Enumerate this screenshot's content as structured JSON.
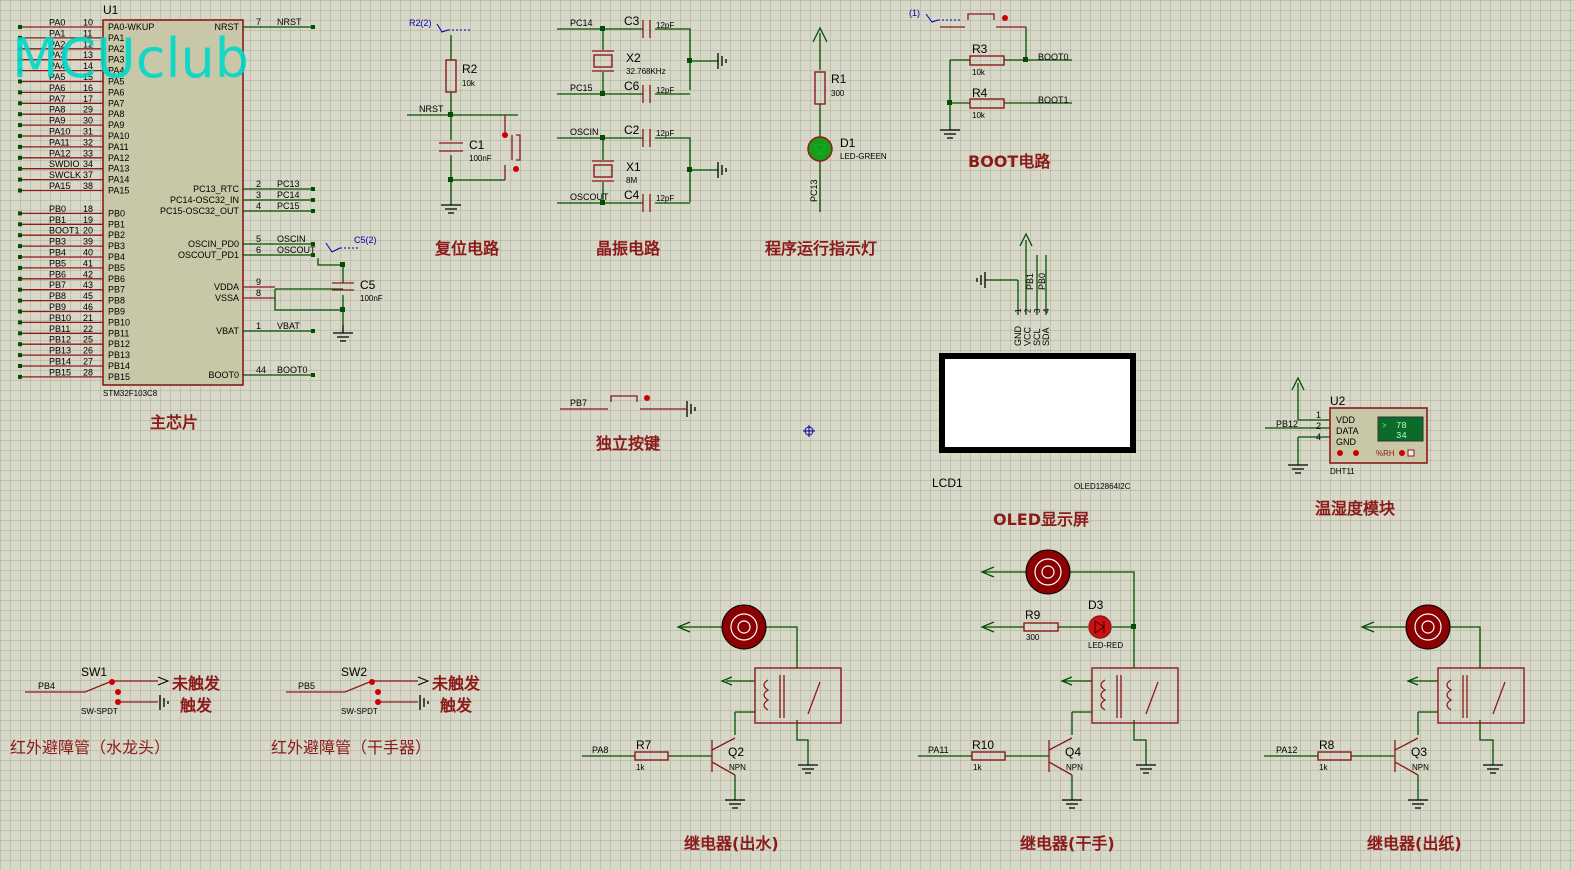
{
  "watermark": "MCUclub",
  "sections": {
    "main_chip": "主芯片",
    "reset": "复位电路",
    "crystal": "晶振电路",
    "run_led": "程序运行指示灯",
    "boot": "BOOT电路",
    "button": "独立按键",
    "oled": "OLED显示屏",
    "dht": "温湿度模块",
    "ir_water": "红外避障管（水龙头）",
    "ir_dryer": "红外避障管（干手器）",
    "relay_water": "继电器(出水)",
    "relay_dry": "继电器(干手)",
    "relay_paper": "继电器(出纸)"
  },
  "mcu": {
    "ref": "U1",
    "part": "STM32F103C8",
    "left_pins": [
      {
        "net": "PA0",
        "num": "10",
        "name": "PA0-WKUP"
      },
      {
        "net": "PA1",
        "num": "11",
        "name": "PA1"
      },
      {
        "net": "PA2",
        "num": "12",
        "name": "PA2"
      },
      {
        "net": "PA3",
        "num": "13",
        "name": "PA3"
      },
      {
        "net": "PA4",
        "num": "14",
        "name": "PA4"
      },
      {
        "net": "PA5",
        "num": "15",
        "name": "PA5"
      },
      {
        "net": "PA6",
        "num": "16",
        "name": "PA6"
      },
      {
        "net": "PA7",
        "num": "17",
        "name": "PA7"
      },
      {
        "net": "PA8",
        "num": "29",
        "name": "PA8"
      },
      {
        "net": "PA9",
        "num": "30",
        "name": "PA9"
      },
      {
        "net": "PA10",
        "num": "31",
        "name": "PA10"
      },
      {
        "net": "PA11",
        "num": "32",
        "name": "PA11"
      },
      {
        "net": "PA12",
        "num": "33",
        "name": "PA12"
      },
      {
        "net": "SWDIO",
        "num": "34",
        "name": "PA13"
      },
      {
        "net": "SWCLK",
        "num": "37",
        "name": "PA14"
      },
      {
        "net": "PA15",
        "num": "38",
        "name": "PA15"
      },
      {
        "net": "PB0",
        "num": "18",
        "name": "PB0"
      },
      {
        "net": "PB1",
        "num": "19",
        "name": "PB1"
      },
      {
        "net": "BOOT1",
        "num": "20",
        "name": "PB2"
      },
      {
        "net": "PB3",
        "num": "39",
        "name": "PB3"
      },
      {
        "net": "PB4",
        "num": "40",
        "name": "PB4"
      },
      {
        "net": "PB5",
        "num": "41",
        "name": "PB5"
      },
      {
        "net": "PB6",
        "num": "42",
        "name": "PB6"
      },
      {
        "net": "PB7",
        "num": "43",
        "name": "PB7"
      },
      {
        "net": "PB8",
        "num": "45",
        "name": "PB8"
      },
      {
        "net": "PB9",
        "num": "46",
        "name": "PB9"
      },
      {
        "net": "PB10",
        "num": "21",
        "name": "PB10"
      },
      {
        "net": "PB11",
        "num": "22",
        "name": "PB11"
      },
      {
        "net": "PB12",
        "num": "25",
        "name": "PB12"
      },
      {
        "net": "PB13",
        "num": "26",
        "name": "PB13"
      },
      {
        "net": "PB14",
        "num": "27",
        "name": "PB14"
      },
      {
        "net": "PB15",
        "num": "28",
        "name": "PB15"
      }
    ],
    "right_pins": [
      {
        "net": "NRST",
        "num": "7",
        "name": "NRST"
      },
      {
        "net": "PC13",
        "num": "2",
        "name": "PC13_RTC"
      },
      {
        "net": "PC14",
        "num": "3",
        "name": "PC14-OSC32_IN"
      },
      {
        "net": "PC15",
        "num": "4",
        "name": "PC15-OSC32_OUT"
      },
      {
        "net": "OSCIN",
        "num": "5",
        "name": "OSCIN_PD0"
      },
      {
        "net": "OSCOUT",
        "num": "6",
        "name": "OSCOUT_PD1"
      },
      {
        "net": "",
        "num": "9",
        "name": "VDDA"
      },
      {
        "net": "",
        "num": "8",
        "name": "VSSA"
      },
      {
        "net": "VBAT",
        "num": "1",
        "name": "VBAT"
      },
      {
        "net": "BOOT0",
        "num": "44",
        "name": "BOOT0"
      }
    ]
  },
  "c5": {
    "ref": "C5",
    "value": "100nF",
    "probe": "C5(2)"
  },
  "reset": {
    "probe": "R2(2)",
    "r_ref": "R2",
    "r_val": "10k",
    "c_ref": "C1",
    "c_val": "100nF",
    "net": "NRST"
  },
  "crystal32": {
    "net1": "PC14",
    "net2": "PC15",
    "c1_ref": "C3",
    "c1_val": "12pF",
    "c2_ref": "C6",
    "c2_val": "12pF",
    "x_ref": "X2",
    "x_val": "32.768KHz"
  },
  "crystal8": {
    "net1": "OSCIN",
    "net2": "OSCOUT",
    "c1_ref": "C2",
    "c1_val": "12pF",
    "c2_ref": "C4",
    "c2_val": "12pF",
    "x_ref": "X1",
    "x_val": "8M"
  },
  "run_led": {
    "r_ref": "R1",
    "r_val": "300",
    "d_ref": "D1",
    "d_val": "LED-GREEN",
    "net": "PC13"
  },
  "boot": {
    "probe": "(1)",
    "r3_ref": "R3",
    "r3_val": "10k",
    "r4_ref": "R4",
    "r4_val": "10k",
    "net0": "BOOT0",
    "net1": "BOOT1"
  },
  "button": {
    "net": "PB7"
  },
  "oled": {
    "ref": "LCD1",
    "part": "OLED12864I2C",
    "pins": [
      "GND",
      "VCC",
      "SCL",
      "SDA"
    ],
    "pin_nums": [
      "1",
      "2",
      "3",
      "4"
    ],
    "nets": [
      "PB1",
      "PB0"
    ]
  },
  "dht": {
    "ref": "U2",
    "part": "DHT11",
    "pins": [
      "VDD",
      "DATA",
      "GND"
    ],
    "pin_nums": [
      "1",
      "2",
      "4"
    ],
    "net": "PB12",
    "reading1": "78",
    "reading2": "34",
    "unit": "%RH"
  },
  "sw1": {
    "ref": "SW1",
    "part": "SW-SPDT",
    "net": "PB4",
    "opt1": "未触发",
    "opt2": "触发"
  },
  "sw2": {
    "ref": "SW2",
    "part": "SW-SPDT",
    "net": "PB5",
    "opt1": "未触发",
    "opt2": "触发"
  },
  "relay1": {
    "net": "PA8",
    "r_ref": "R7",
    "r_val": "1k",
    "q_ref": "Q2",
    "q_val": "NPN"
  },
  "relay2": {
    "net": "PA11",
    "r_ref": "R10",
    "r_val": "1k",
    "q_ref": "Q4",
    "q_val": "NPN",
    "r9_ref": "R9",
    "r9_val": "300",
    "d_ref": "D3",
    "d_val": "LED-RED"
  },
  "relay3": {
    "net": "PA12",
    "r_ref": "R8",
    "r_val": "1k",
    "q_ref": "Q3",
    "q_val": "NPN"
  },
  "colors": {
    "wire": "#005000",
    "component": "#8b1a1a",
    "section_title": "#8b1a1a",
    "watermark": "#00d8c8",
    "led_green": "#1a9a1a",
    "led_red": "#d01010",
    "background": "#d8d8c8"
  }
}
